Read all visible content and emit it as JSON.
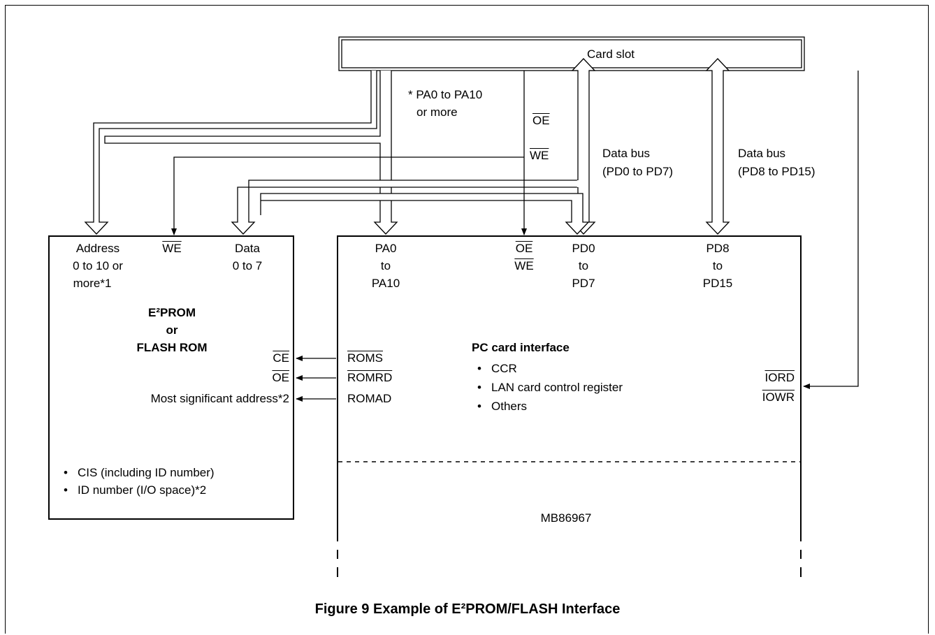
{
  "card_slot": {
    "label": "Card slot"
  },
  "signals": {
    "address_note_a": "* PA0 to PA10",
    "address_note_b": "or more",
    "oe": "OE",
    "we": "WE",
    "data_bus_low_a": "Data bus",
    "data_bus_low_b": "(PD0 to PD7)",
    "data_bus_high_a": "Data bus",
    "data_bus_high_b": "(PD8 to PD15)"
  },
  "rom": {
    "address_a": "Address",
    "address_b": "0 to 10 or",
    "address_c": "more*1",
    "we": "WE",
    "data_a": "Data",
    "data_b": "0 to 7",
    "title_a": "E²PROM",
    "title_b": "or",
    "title_c": "FLASH ROM",
    "ce": "CE",
    "oe": "OE",
    "msa": "Most significant address*2",
    "bullets": [
      "CIS (including ID number)",
      "ID number (I/O space)*2"
    ]
  },
  "controller": {
    "pa_a": "PA0",
    "pa_b": "to",
    "pa_c": "PA10",
    "oe": "OE",
    "we": "WE",
    "pd0_a": "PD0",
    "pd0_b": "to",
    "pd0_c": "PD7",
    "pd8_a": "PD8",
    "pd8_b": "to",
    "pd8_c": "PD15",
    "roms": "ROMS",
    "romrd": "ROMRD",
    "romad": "ROMAD",
    "interface_title": "PC card interface",
    "interface_items": [
      "CCR",
      "LAN card control register",
      "Others"
    ],
    "iord": "IORD",
    "iowr": "IOWR",
    "chip_name": "MB86967"
  },
  "caption": "Figure 9 Example of E²PROM/FLASH Interface"
}
